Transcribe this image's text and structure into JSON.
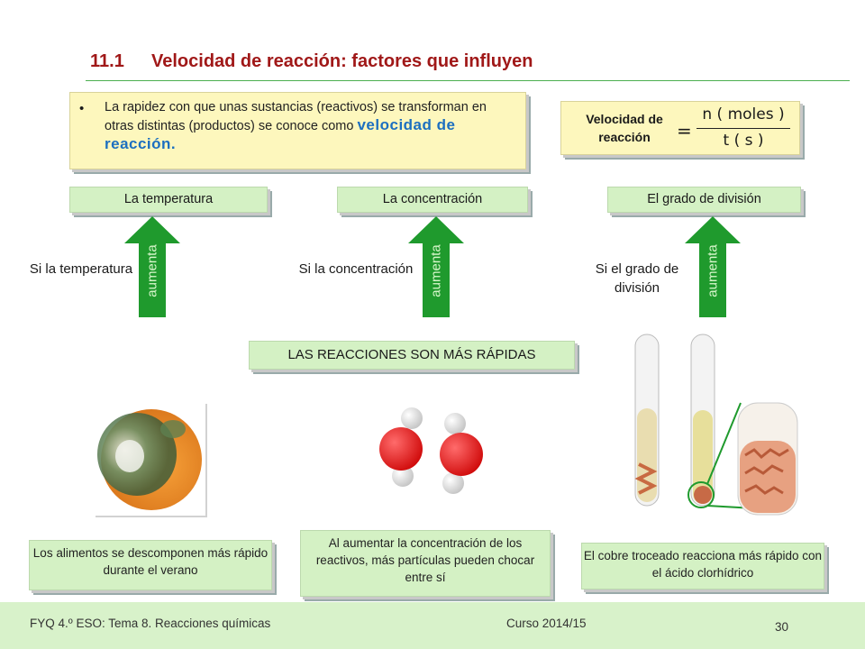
{
  "header": {
    "number": "11.1",
    "title": "Velocidad de reacción: factores que influyen"
  },
  "intro": {
    "bullet": "•",
    "text": "La rapidez con que unas sustancias (reactivos) se transforman en otras distintas (productos) se conoce como",
    "emphasis": "velocidad de reacción."
  },
  "formula": {
    "label": "Velocidad de reacción",
    "equals": "=",
    "numerator": "n ( moles )",
    "denominator": "t ( s )"
  },
  "factors": [
    {
      "title": "La temperatura",
      "condition": "Si la temperatura",
      "arrow_text": "aumenta"
    },
    {
      "title": "La concentración",
      "condition": "Si la concentración",
      "arrow_text": "aumenta"
    },
    {
      "title": "El grado de división",
      "condition": "Si el grado de división",
      "arrow_text": "aumenta"
    }
  ],
  "result": "LAS REACCIONES SON MÁS RÁPIDAS",
  "captions": {
    "food": "Los alimentos se descomponen más rápido durante el verano",
    "particles": "Al aumentar la concentración de los reactivos, más partículas pueden chocar entre sí",
    "copper": "El cobre troceado reacciona más rápido con el ácido clorhídrico"
  },
  "footer": {
    "course_info": "FYQ  4.º ESO:  Tema 8.  Reacciones químicas",
    "year": "Curso 2014/15",
    "page": "30"
  },
  "colors": {
    "title": "#a01818",
    "arrow": "#1f9a2d",
    "highlight_text": "#1c6fc0",
    "yellow_box": "#fdf7bd",
    "green_box": "#d4f1c4"
  }
}
